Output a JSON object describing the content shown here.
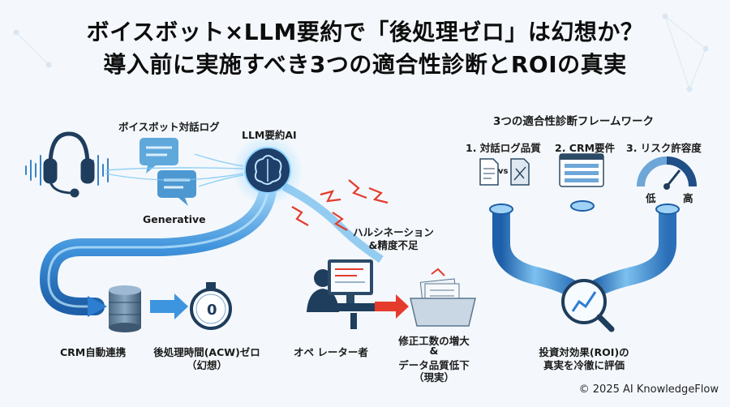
{
  "header": {
    "title_line1": "ボイスボット×LLM要約で「後処理ゼロ」は幻想か？",
    "title_line2": "導入前に実施すべき3つの適合性診断とROIの真実"
  },
  "left": {
    "voice_log_label": "ボイスボット対話ログ",
    "llm_label": "LLM要約AI",
    "generative_label": "Generative",
    "hallucination_label": "ハルシネーション",
    "precision_label": "&精度不足",
    "crm_label": "CRM自動連携",
    "acw_label": "後処理時間(ACW)ゼロ",
    "illusion_label": "（幻想）",
    "timer_value": "0",
    "operator_label": "オペ レーター者",
    "rework_label": "修正工数の増大",
    "amp_label": "&",
    "quality_label": "データ品質低下",
    "reality_label": "（現実）"
  },
  "right": {
    "framework_title": "3つの適合性診断フレームワーク",
    "diag1": "1. 対話ログ品質",
    "diag2": "2. CRM要件",
    "diag3": "3. リスク許容度",
    "vs": "vs",
    "gauge_low": "低",
    "gauge_high": "高",
    "roi_line1": "投資対効果(ROI)の",
    "roi_line2": "真実を冷徹に評価"
  },
  "footer": {
    "copyright": "© 2025 AI KnowledgeFlow"
  },
  "colors": {
    "pipe": "#4aa3e8",
    "pipe_dark": "#1e6fb8",
    "red": "#e53b2c",
    "ink": "#2d4a66"
  }
}
